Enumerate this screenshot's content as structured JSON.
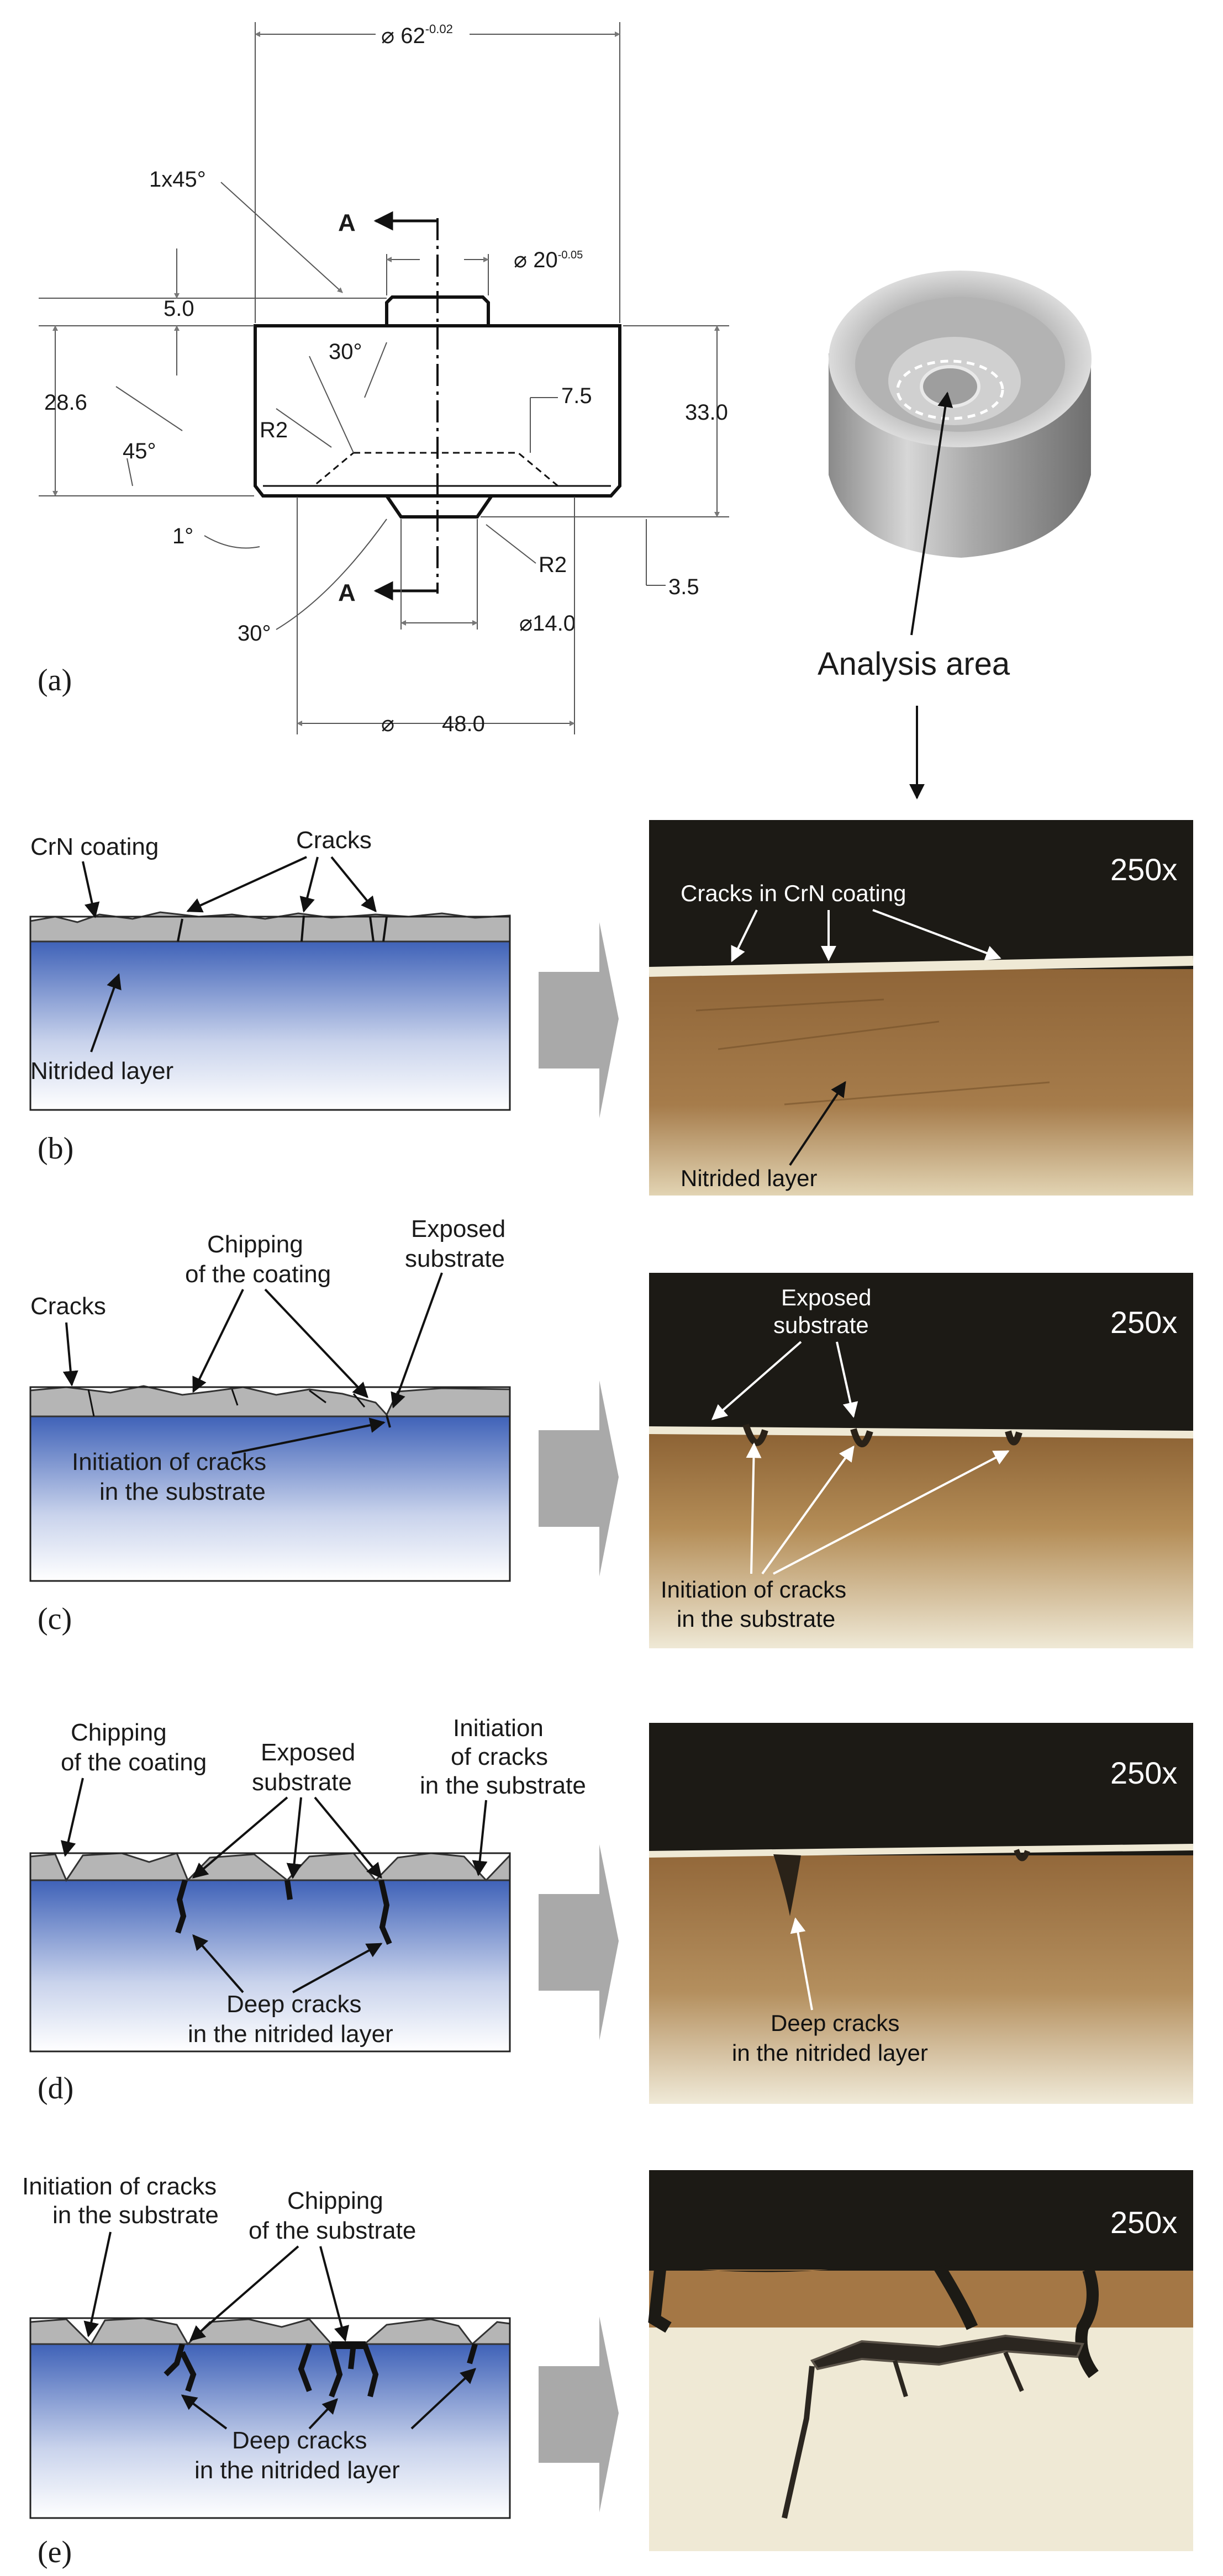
{
  "drawing": {
    "dim_outer_d": "62",
    "dim_outer_tol": "-0.02",
    "chamfer": "1x45°",
    "section_letter": "A",
    "dim_boss_d": "20",
    "dim_boss_tol": "-0.05",
    "dim_boss_h": "5.0",
    "dim_total_h": "33.0",
    "dim_body_h": "28.6",
    "angle_30a": "30°",
    "angle_30b": "30°",
    "angle_45": "45°",
    "angle_1": "1°",
    "radius_left": "R2",
    "radius_right": "R2",
    "dim_7_5": "7.5",
    "dim_3_5": "3.5",
    "dim_14": "14.0",
    "dim_48": "48.0"
  },
  "photo": {
    "analysis_label": "Analysis area"
  },
  "panels": {
    "a": "(a)",
    "b": {
      "label": "(b)",
      "sch_coating": "CrN coating",
      "sch_cracks": "Cracks",
      "sch_layer": "Nitrided layer",
      "mag": "250x",
      "mic_cracks": "Cracks in CrN coating",
      "mic_layer": "Nitrided layer"
    },
    "c": {
      "label": "(c)",
      "sch_cracks": "Cracks",
      "sch_chip1": "Chipping",
      "sch_chip2": "of the coating",
      "sch_exp1": "Exposed",
      "sch_exp2": "substrate",
      "sch_init1": "Initiation of cracks",
      "sch_init2": "in the substrate",
      "mag": "250x",
      "mic_exp1": "Exposed",
      "mic_exp2": "substrate",
      "mic_init1": "Initiation of cracks",
      "mic_init2": "in the substrate"
    },
    "d": {
      "label": "(d)",
      "sch_chip1": "Chipping",
      "sch_chip2": "of the coating",
      "sch_exp1": "Exposed",
      "sch_exp2": "substrate",
      "sch_init1": "Initiation",
      "sch_init2": "of cracks",
      "sch_init3": "in the substrate",
      "sch_deep1": "Deep cracks",
      "sch_deep2": "in the nitrided layer",
      "mag": "250x",
      "mic_deep1": "Deep cracks",
      "mic_deep2": "in the nitrided layer"
    },
    "e": {
      "label": "(e)",
      "sch_init1": "Initiation of cracks",
      "sch_init2": "in the substrate",
      "sch_chip1": "Chipping",
      "sch_chip2": "of the substrate",
      "sch_deep1": "Deep cracks",
      "sch_deep2": "in the nitrided layer",
      "mag": "250x"
    }
  },
  "colors": {
    "coating": "#b5b5b5",
    "nitrided_top": "#3f62b8",
    "nitrided_fade": "#ffffff",
    "micro_dark": "#1c1a15",
    "micro_brown": "#9c7446",
    "micro_base": "#efe9d5",
    "arrow_fill": "#a9a9a9"
  }
}
